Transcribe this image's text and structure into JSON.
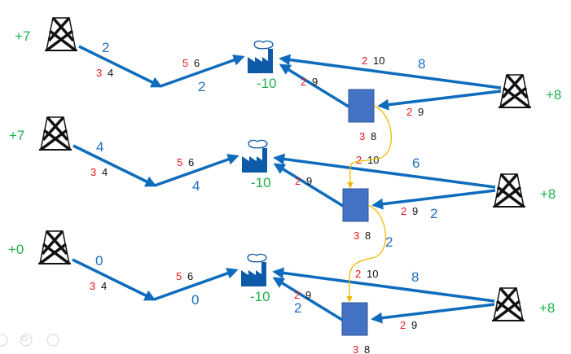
{
  "colors": {
    "arc": "#0f6cbd",
    "supply": "#1db34a",
    "flow": "#1f6fc0",
    "cost_red": "#e8141b",
    "storage": "#4472c4",
    "transfer": "#f5b800"
  },
  "rows": [
    {
      "left_supply": "+7",
      "right_supply": "+8",
      "demand": "-10",
      "flow_a": "2",
      "flow_b": "2",
      "flow_c": "8",
      "flow_box_factory": "",
      "flow_tower_box": "",
      "cost_a": [
        "3",
        "4"
      ],
      "cost_b": [
        "5",
        "6"
      ],
      "cost_c": [
        "2",
        "10"
      ],
      "cost_box_factory": [
        "2",
        "9"
      ],
      "cost_tower_box": [
        "2",
        "9"
      ],
      "cost_storage": [
        "3",
        "8"
      ]
    },
    {
      "left_supply": "+7",
      "right_supply": "+8",
      "demand": "-10",
      "flow_a": "4",
      "flow_b": "4",
      "flow_c": "6",
      "flow_box_factory": "",
      "flow_tower_box": "2",
      "cost_a": [
        "3",
        "4"
      ],
      "cost_b": [
        "5",
        "6"
      ],
      "cost_c": [
        "2",
        "10"
      ],
      "cost_box_factory": [
        "2",
        "9"
      ],
      "cost_tower_box": [
        "2",
        "9"
      ],
      "cost_storage": [
        "3",
        "8"
      ]
    },
    {
      "left_supply": "+0",
      "right_supply": "+8",
      "demand": "-10",
      "flow_a": "0",
      "flow_b": "0",
      "flow_c": "8",
      "flow_box_factory": "2",
      "flow_tower_box": "",
      "cost_a": [
        "3",
        "4"
      ],
      "cost_b": [
        "5",
        "6"
      ],
      "cost_c": [
        "2",
        "10"
      ],
      "cost_box_factory": [
        "2",
        "9"
      ],
      "cost_tower_box": [
        "2",
        "9"
      ],
      "cost_storage": [
        "3",
        "8"
      ]
    }
  ],
  "transfers": [
    {
      "flow": ""
    },
    {
      "flow": "2"
    }
  ]
}
